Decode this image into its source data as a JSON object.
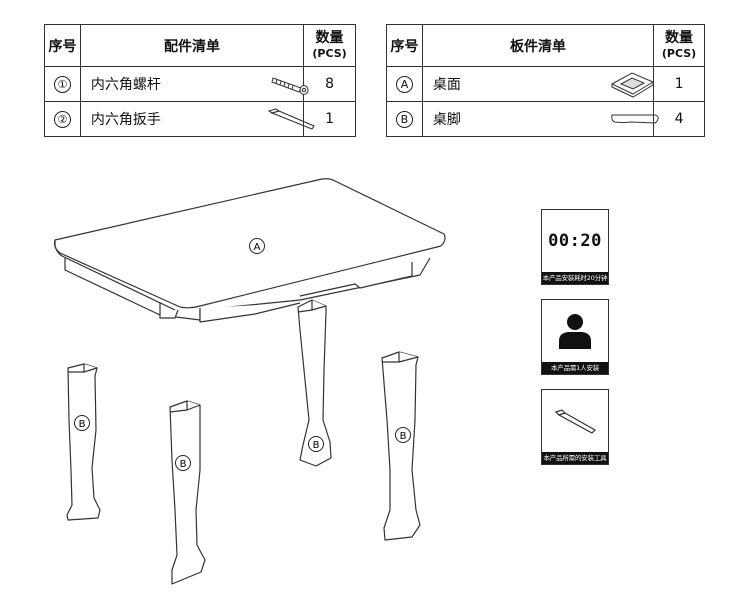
{
  "parts_table": {
    "header": {
      "index": "序号",
      "name": "配件清单",
      "qty": "数量",
      "qty_unit": "(PCS)"
    },
    "rows": [
      {
        "mark": "①",
        "name": "内六角螺杆",
        "qty": "8",
        "icon": "bolt-icon"
      },
      {
        "mark": "②",
        "name": "内六角扳手",
        "qty": "1",
        "icon": "allen-key-icon"
      }
    ]
  },
  "board_table": {
    "header": {
      "index": "序号",
      "name": "板件清单",
      "qty": "数量",
      "qty_unit": "(PCS)"
    },
    "rows": [
      {
        "mark": "A",
        "name": "桌面",
        "qty": "1",
        "icon": "tabletop-icon"
      },
      {
        "mark": "B",
        "name": "桌脚",
        "qty": "4",
        "icon": "table-leg-icon"
      }
    ]
  },
  "drawing": {
    "tabletop_mark": "A",
    "leg_mark": "B"
  },
  "info_cards": [
    {
      "icon": "timer-display",
      "value": "00:20",
      "caption": "本产品安装耗时20分钟"
    },
    {
      "icon": "person-icon",
      "caption": "本产品需1人安装"
    },
    {
      "icon": "allen-key-icon",
      "caption": "本产品所需的安装工具"
    }
  ]
}
